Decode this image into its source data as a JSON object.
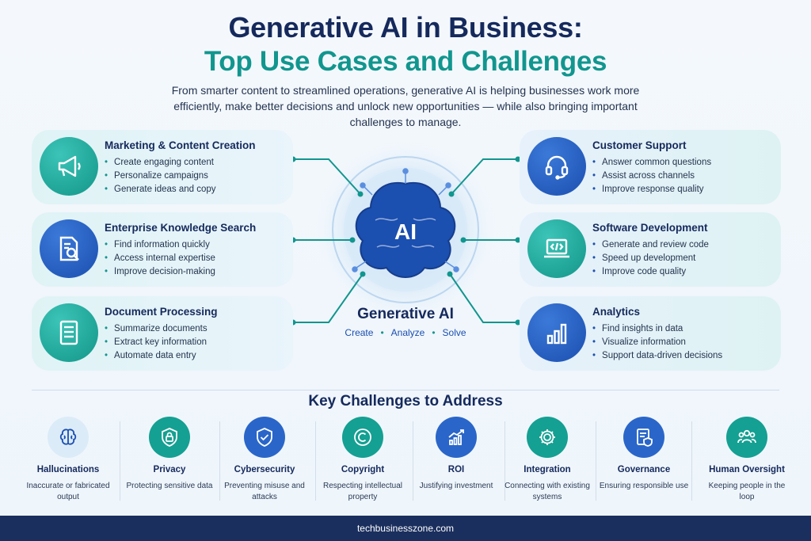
{
  "header": {
    "title_line1": "Generative AI in Business:",
    "title_line2": "Top Use Cases and Challenges",
    "intro": "From smarter content to streamlined operations, generative AI is helping businesses work more efficiently, make better decisions and unlock new opportunities — while also bringing important challenges to manage."
  },
  "use_cases": {
    "left": [
      {
        "title": "Marketing & Content Creation",
        "icon": "megaphone-icon",
        "items": [
          "Create engaging content",
          "Personalize campaigns",
          "Generate ideas and copy"
        ]
      },
      {
        "title": "Enterprise Knowledge Search",
        "icon": "document-search-icon",
        "items": [
          "Find information quickly",
          "Access internal expertise",
          "Improve decision-making"
        ]
      },
      {
        "title": "Document Processing",
        "icon": "document-icon",
        "items": [
          "Summarize documents",
          "Extract key information",
          "Automate data entry"
        ]
      }
    ],
    "right": [
      {
        "title": "Customer Support",
        "icon": "headset-icon",
        "items": [
          "Answer common questions",
          "Assist across channels",
          "Improve response quality"
        ]
      },
      {
        "title": "Software Development",
        "icon": "code-laptop-icon",
        "items": [
          "Generate and review code",
          "Speed up development",
          "Improve code quality"
        ]
      },
      {
        "title": "Analytics",
        "icon": "bar-chart-icon",
        "items": [
          "Find insights in data",
          "Visualize information",
          "Support data-driven decisions"
        ]
      }
    ]
  },
  "center": {
    "badge": "AI",
    "label": "Generative AI",
    "sub": [
      "Create",
      "Analyze",
      "Solve"
    ]
  },
  "challenges": {
    "title": "Key Challenges to Address",
    "items": [
      {
        "name": "Hallucinations",
        "desc": "Inaccurate or fabricated output",
        "icon": "brain-icon"
      },
      {
        "name": "Privacy",
        "desc": "Protecting sensitive data",
        "icon": "lock-shield-icon"
      },
      {
        "name": "Cybersecurity",
        "desc": "Preventing misuse and attacks",
        "icon": "shield-check-icon"
      },
      {
        "name": "Copyright",
        "desc": "Respecting intellectual property",
        "icon": "copyright-icon"
      },
      {
        "name": "ROI",
        "desc": "Justifying investment",
        "icon": "trend-chart-icon"
      },
      {
        "name": "Integration",
        "desc": "Connecting with existing systems",
        "icon": "gear-icon"
      },
      {
        "name": "Governance",
        "desc": "Ensuring responsible use",
        "icon": "policy-document-icon"
      },
      {
        "name": "Human Oversight",
        "desc": "Keeping people in the loop",
        "icon": "people-icon"
      }
    ]
  },
  "footer": {
    "text": "techbusinesszone.com"
  },
  "colors": {
    "navy": "#15295c",
    "teal": "#11968e",
    "blue": "#1b4fb0",
    "footer": "#1b2f5e"
  }
}
